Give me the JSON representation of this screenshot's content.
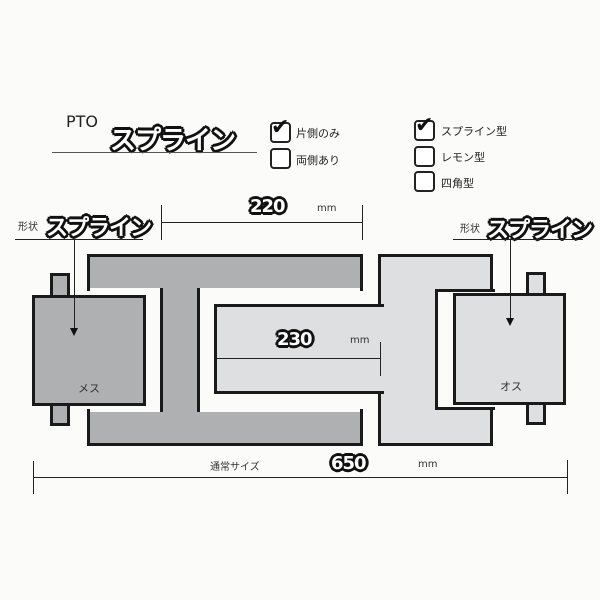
{
  "title": {
    "prefix": "PTO",
    "main": "スプライン"
  },
  "options_side": [
    {
      "label": "片側のみ",
      "checked": true
    },
    {
      "label": "両側あり",
      "checked": false
    }
  ],
  "options_shape": [
    {
      "label": "スプライン型",
      "checked": true
    },
    {
      "label": "レモン型",
      "checked": false
    },
    {
      "label": "四角型",
      "checked": false
    }
  ],
  "check_glyph": "✔",
  "left_end": {
    "shape_prefix": "形状",
    "shape_name": "スプライン",
    "type_label": "メス"
  },
  "right_end": {
    "shape_prefix": "形状",
    "shape_name": "スプライン",
    "type_label": "オス"
  },
  "dimensions": {
    "outer_tube": {
      "value": "220",
      "unit": "mm"
    },
    "inner_tube": {
      "value": "230",
      "unit": "mm"
    },
    "overall": {
      "label": "通常サイズ",
      "value": "650",
      "unit": "mm"
    }
  },
  "colors": {
    "outer_tube_fill": "#aeb0b1",
    "inner_tube_fill": "#dedfe0",
    "outline": "#1a1a1a",
    "background": "#fbfbfa"
  }
}
